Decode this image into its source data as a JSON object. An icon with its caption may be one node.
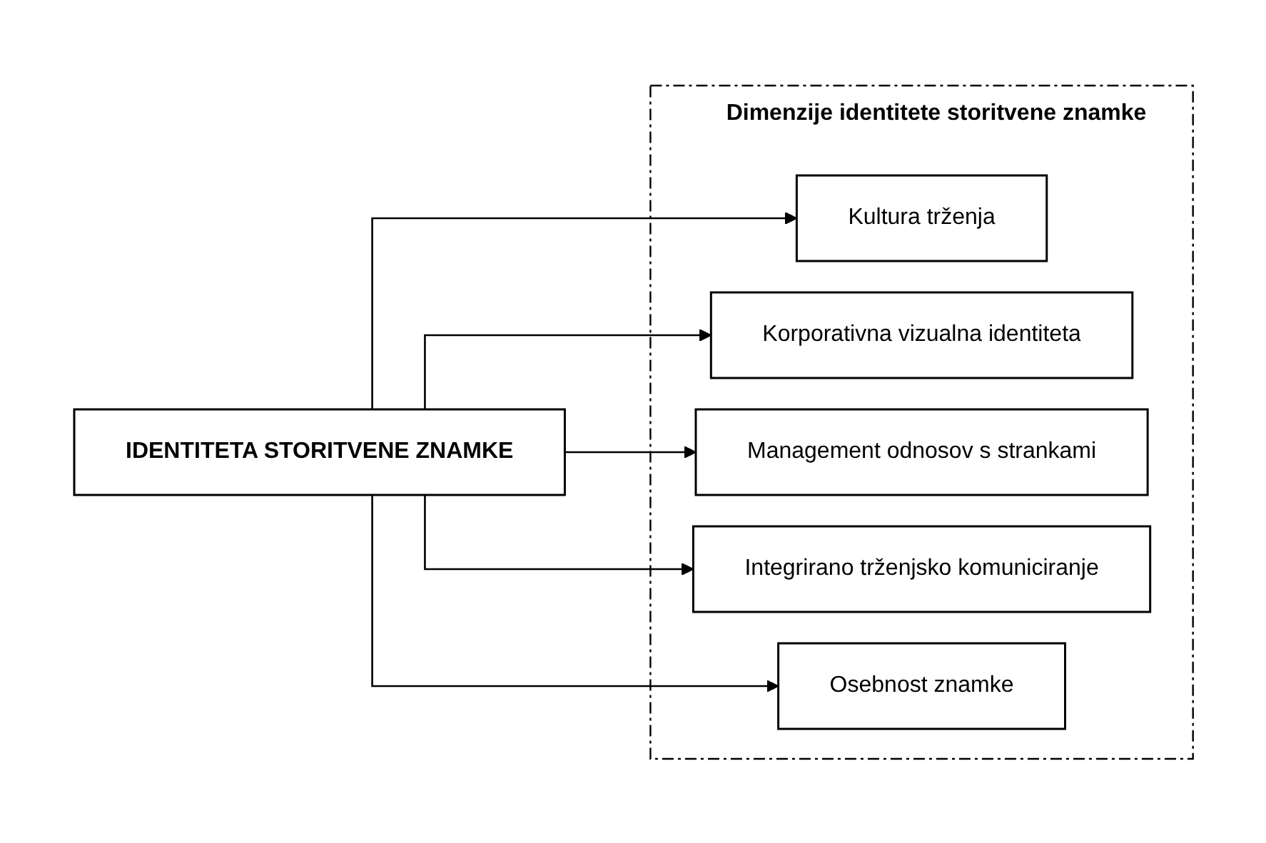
{
  "diagram": {
    "nodes": [
      {
        "text": [
          "IDENTITETA STORITVENE ZNAMKE"
        ]
      },
      {
        "text": [
          "Dimenzije identitete storitvene znamke"
        ]
      },
      {
        "text": [
          "Kultura trženja"
        ],
        "in": 1
      },
      {
        "text": [
          "Korporativna vizualna identiteta"
        ],
        "in": 1
      },
      {
        "text": [
          "Management odnosov s strankami"
        ],
        "in": 1
      },
      {
        "text": [
          "Integrirano trženjsko komuniciranje"
        ],
        "in": 1
      },
      {
        "text": [
          "Osebnost znamke"
        ],
        "in": 1
      }
    ],
    "edges": [
      {
        "from": 0,
        "to": 2,
        "arrow": "to"
      },
      {
        "from": 0,
        "to": 3,
        "arrow": "to"
      },
      {
        "from": 0,
        "to": 4,
        "arrow": "to"
      },
      {
        "from": 0,
        "to": 5,
        "arrow": "to"
      },
      {
        "from": 0,
        "to": 6,
        "arrow": "to"
      }
    ]
  }
}
